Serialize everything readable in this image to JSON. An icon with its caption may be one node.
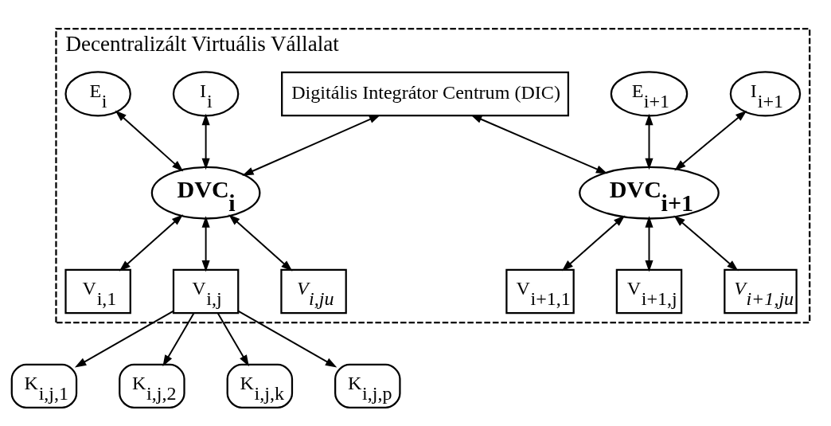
{
  "diagram": {
    "nodes": [
      {
        "text": [
          "Decentralizált Virtuális Vállalat"
        ]
      },
      {
        "text": [
          "Digitális Integrátor Centrum (DIC)"
        ],
        "in": 0
      },
      {
        "text": [
          "I$_{i}$"
        ],
        "in": 0
      },
      {
        "text": [
          "E$_{i}$"
        ],
        "in": 0
      },
      {
        "text": [
          "DVC$_{i}$"
        ],
        "in": 0
      },
      {
        "text": [
          "V$_{i,1}$"
        ],
        "in": 0
      },
      {
        "text": [
          "V$_{i,j}$"
        ],
        "in": 0
      },
      {
        "text": [
          "V$_{i,ju}$"
        ],
        "in": 0
      },
      {
        "text": [
          "I$_{i+1}$"
        ],
        "in": 0
      },
      {
        "text": [
          "E$_{i+1}$"
        ],
        "in": 0
      },
      {
        "text": [
          "DVC$_{i+1}$"
        ],
        "in": 0
      },
      {
        "text": [
          "V$_{i+1,1}$"
        ],
        "in": 0
      },
      {
        "text": [
          "V$_{i+1,j}$"
        ],
        "in": 0
      },
      {
        "text": [
          "V$_{i+1,ju}$"
        ],
        "in": 0
      },
      {
        "text": [
          "K$_{i,j,1}$"
        ]
      },
      {
        "text": [
          "K$_{i,j,2}$"
        ]
      },
      {
        "text": [
          "K$_{i,j,k}$"
        ]
      },
      {
        "text": [
          "K$_{i,j,p}$"
        ]
      }
    ],
    "edges": [
      {
        "from": 1,
        "to": 4,
        "arrow": "both"
      },
      {
        "from": 1,
        "to": 10,
        "arrow": "both"
      },
      {
        "from": 2,
        "to": 4,
        "arrow": "both"
      },
      {
        "from": 3,
        "to": 4,
        "arrow": "both"
      },
      {
        "from": 4,
        "to": 5,
        "arrow": "both"
      },
      {
        "from": 4,
        "to": 6,
        "arrow": "both"
      },
      {
        "from": 4,
        "to": 7,
        "arrow": "both"
      },
      {
        "from": 8,
        "to": 10,
        "arrow": "both"
      },
      {
        "from": 9,
        "to": 10,
        "arrow": "both"
      },
      {
        "from": 10,
        "to": 11,
        "arrow": "both"
      },
      {
        "from": 10,
        "to": 12,
        "arrow": "both"
      },
      {
        "from": 10,
        "to": 13,
        "arrow": "both"
      },
      {
        "from": 6,
        "to": 14,
        "arrow": "to"
      },
      {
        "from": 6,
        "to": 15,
        "arrow": "to"
      },
      {
        "from": 6,
        "to": 16,
        "arrow": "to"
      },
      {
        "from": 6,
        "to": 17,
        "arrow": "to"
      }
    ]
  }
}
